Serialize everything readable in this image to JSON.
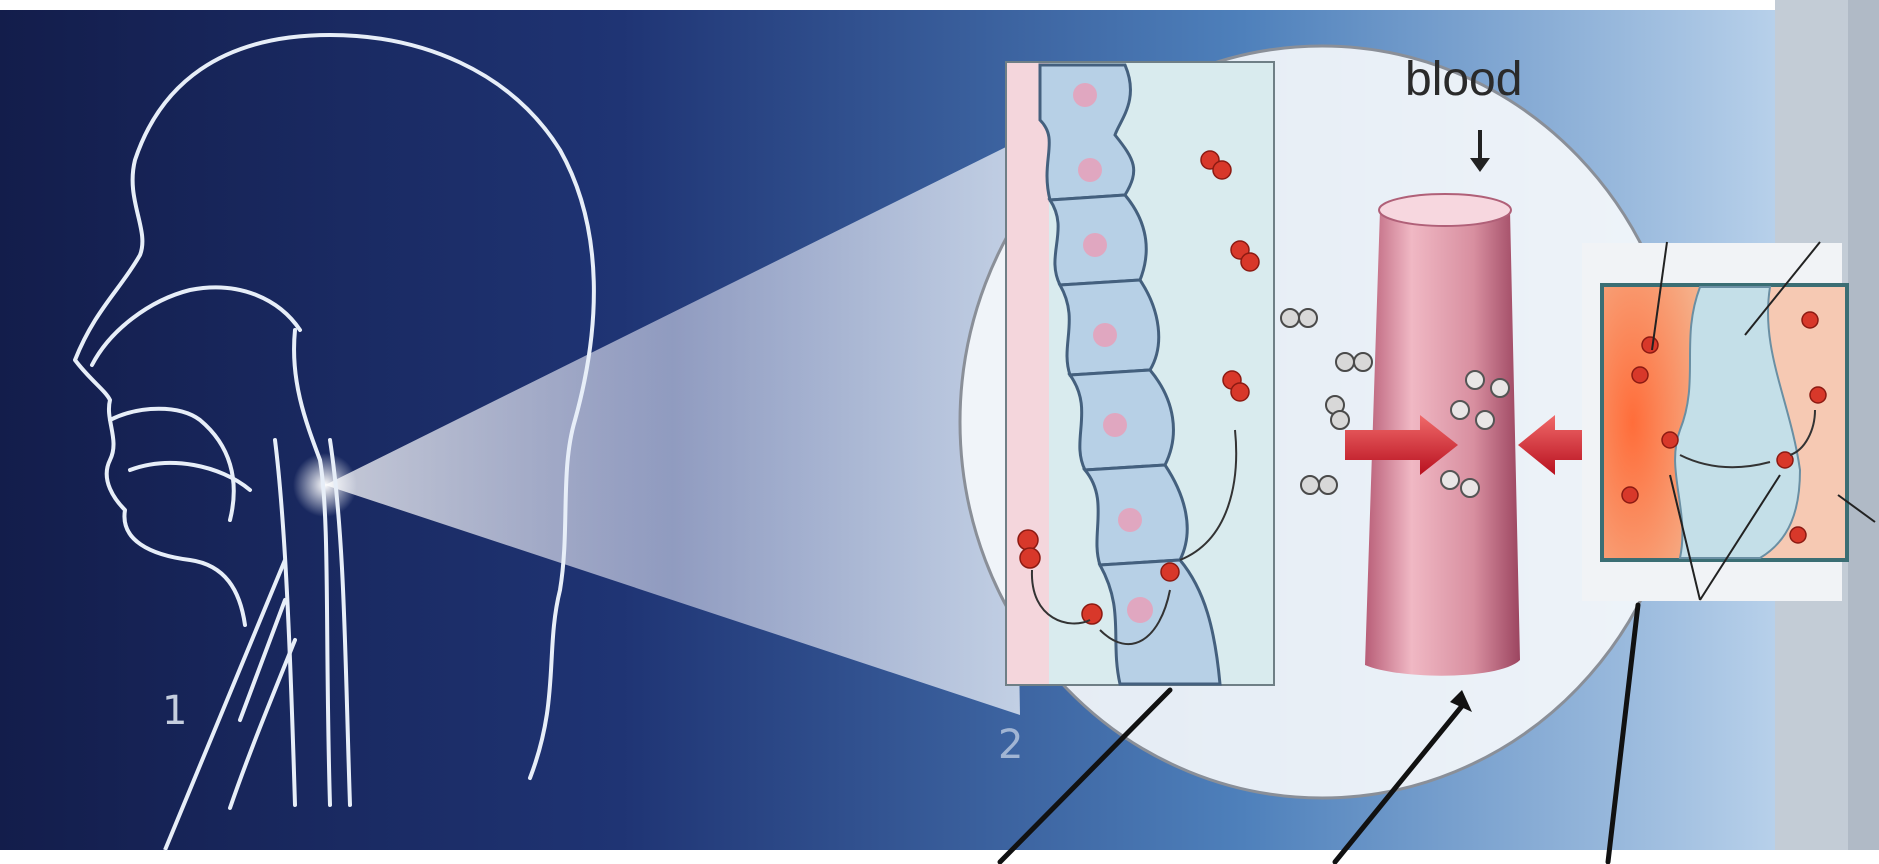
{
  "labels": {
    "blood": "blood",
    "number_1": "1",
    "number_2": "2"
  },
  "colors": {
    "background_dark": "#14204e",
    "background_light": "#6a9fd0",
    "outline": "#e7eef8",
    "epithelium": "#a9c4dd",
    "vessel": "#d98a9b",
    "red_cell": "#d8382a",
    "arrow_red": "#d8232f",
    "frame_grey": "#c3ccd6"
  }
}
